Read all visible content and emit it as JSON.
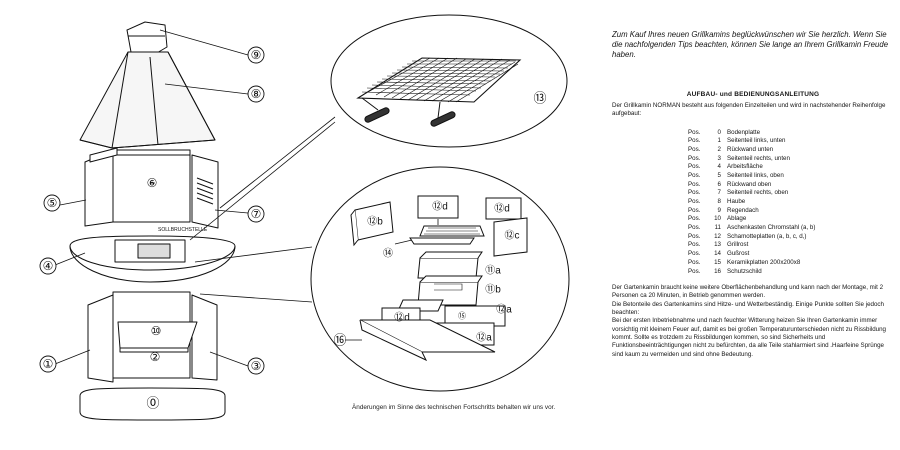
{
  "diagram": {
    "callouts": [
      "⑨",
      "⑧",
      "⑤",
      "⑦",
      "④",
      "①",
      "③",
      "⑥",
      "⑩",
      "②",
      "⓪",
      "⑬",
      "⑯"
    ],
    "breakline_label": "SOLLBRUCHSTELLE",
    "part_labels": [
      "⑫b",
      "⑫d",
      "⑫d",
      "⑫c",
      "⑭",
      "⑪a",
      "⑪b",
      "⑫a",
      "⑫d",
      "⑫a",
      "⑮"
    ],
    "footnote": "Änderungen im Sinne des technischen Fortschritts behalten wir uns vor."
  },
  "manual": {
    "intro": "Zum Kauf Ihres neuen Grillkamins beglückwünschen wir Sie herzlich. Wenn Sie die nachfolgenden Tips beachten, können Sie lange an Ihrem Grillkamin Freude haben.",
    "heading": "AUFBAU- und BEDIENUNGSANLEITUNG",
    "assembly_intro": "Der Grillkamin NORMAN besteht aus folgenden Einzelteilen und wird in nachstehender Reihenfolge aufgebaut:",
    "parts": [
      {
        "pos": "Pos.",
        "num": "0",
        "name": "Bodenplatte"
      },
      {
        "pos": "Pos.",
        "num": "1",
        "name": "Seitenteil links, unten"
      },
      {
        "pos": "Pos.",
        "num": "2",
        "name": "Rückwand unten"
      },
      {
        "pos": "Pos.",
        "num": "3",
        "name": "Seitenteil rechts, unten"
      },
      {
        "pos": "Pos.",
        "num": "4",
        "name": "Arbeitsfläche"
      },
      {
        "pos": "Pos.",
        "num": "5",
        "name": "Seitenteil links, oben"
      },
      {
        "pos": "Pos.",
        "num": "6",
        "name": "Rückwand oben"
      },
      {
        "pos": "Pos.",
        "num": "7",
        "name": "Seitenteil rechts, oben"
      },
      {
        "pos": "Pos.",
        "num": "8",
        "name": "Haube"
      },
      {
        "pos": "Pos.",
        "num": "9",
        "name": "Regendach"
      },
      {
        "pos": "Pos.",
        "num": "10",
        "name": "Ablage"
      },
      {
        "pos": "Pos.",
        "num": "11",
        "name": "Aschenkasten Chromstahl (a, b)"
      },
      {
        "pos": "Pos.",
        "num": "12",
        "name": "Schamotteplatten (a, b, c, d,)"
      },
      {
        "pos": "Pos.",
        "num": "13",
        "name": "Grillrost"
      },
      {
        "pos": "Pos.",
        "num": "14",
        "name": "Gußrost"
      },
      {
        "pos": "Pos.",
        "num": "15",
        "name": "Keramikplatten 200x200x8"
      },
      {
        "pos": "Pos.",
        "num": "16",
        "name": "Schutzschild"
      }
    ],
    "care": [
      "Der Gartenkamin braucht keine weitere Oberflächenbehandlung und kann nach der Montage, mit 2 Personen ca 20 Minuten, in Betrieb genommen werden.",
      "Die Betonteile des Gartenkamins sind Hitze- und Wetterbeständig. Einige Punkte sollten Sie jedoch beachten:",
      "Bei der ersten Inbetriebnahme und nach feuchter Witterung heizen Sie Ihren Gartenkamin immer vorsichtig mit kleinem Feuer auf, damit es bei großen Temperaturunterschieden nicht zu Rissbildung kommt. Sollte es trotzdem zu Rissbildungen kommen, so sind Sicherheits und Funktionsbeeinträchtigungen nicht zu befürchten, da alle Teile stahlarmiert sind .Haarfeine Sprünge sind kaum zu vermeiden und sind ohne Bedeutung."
    ]
  }
}
